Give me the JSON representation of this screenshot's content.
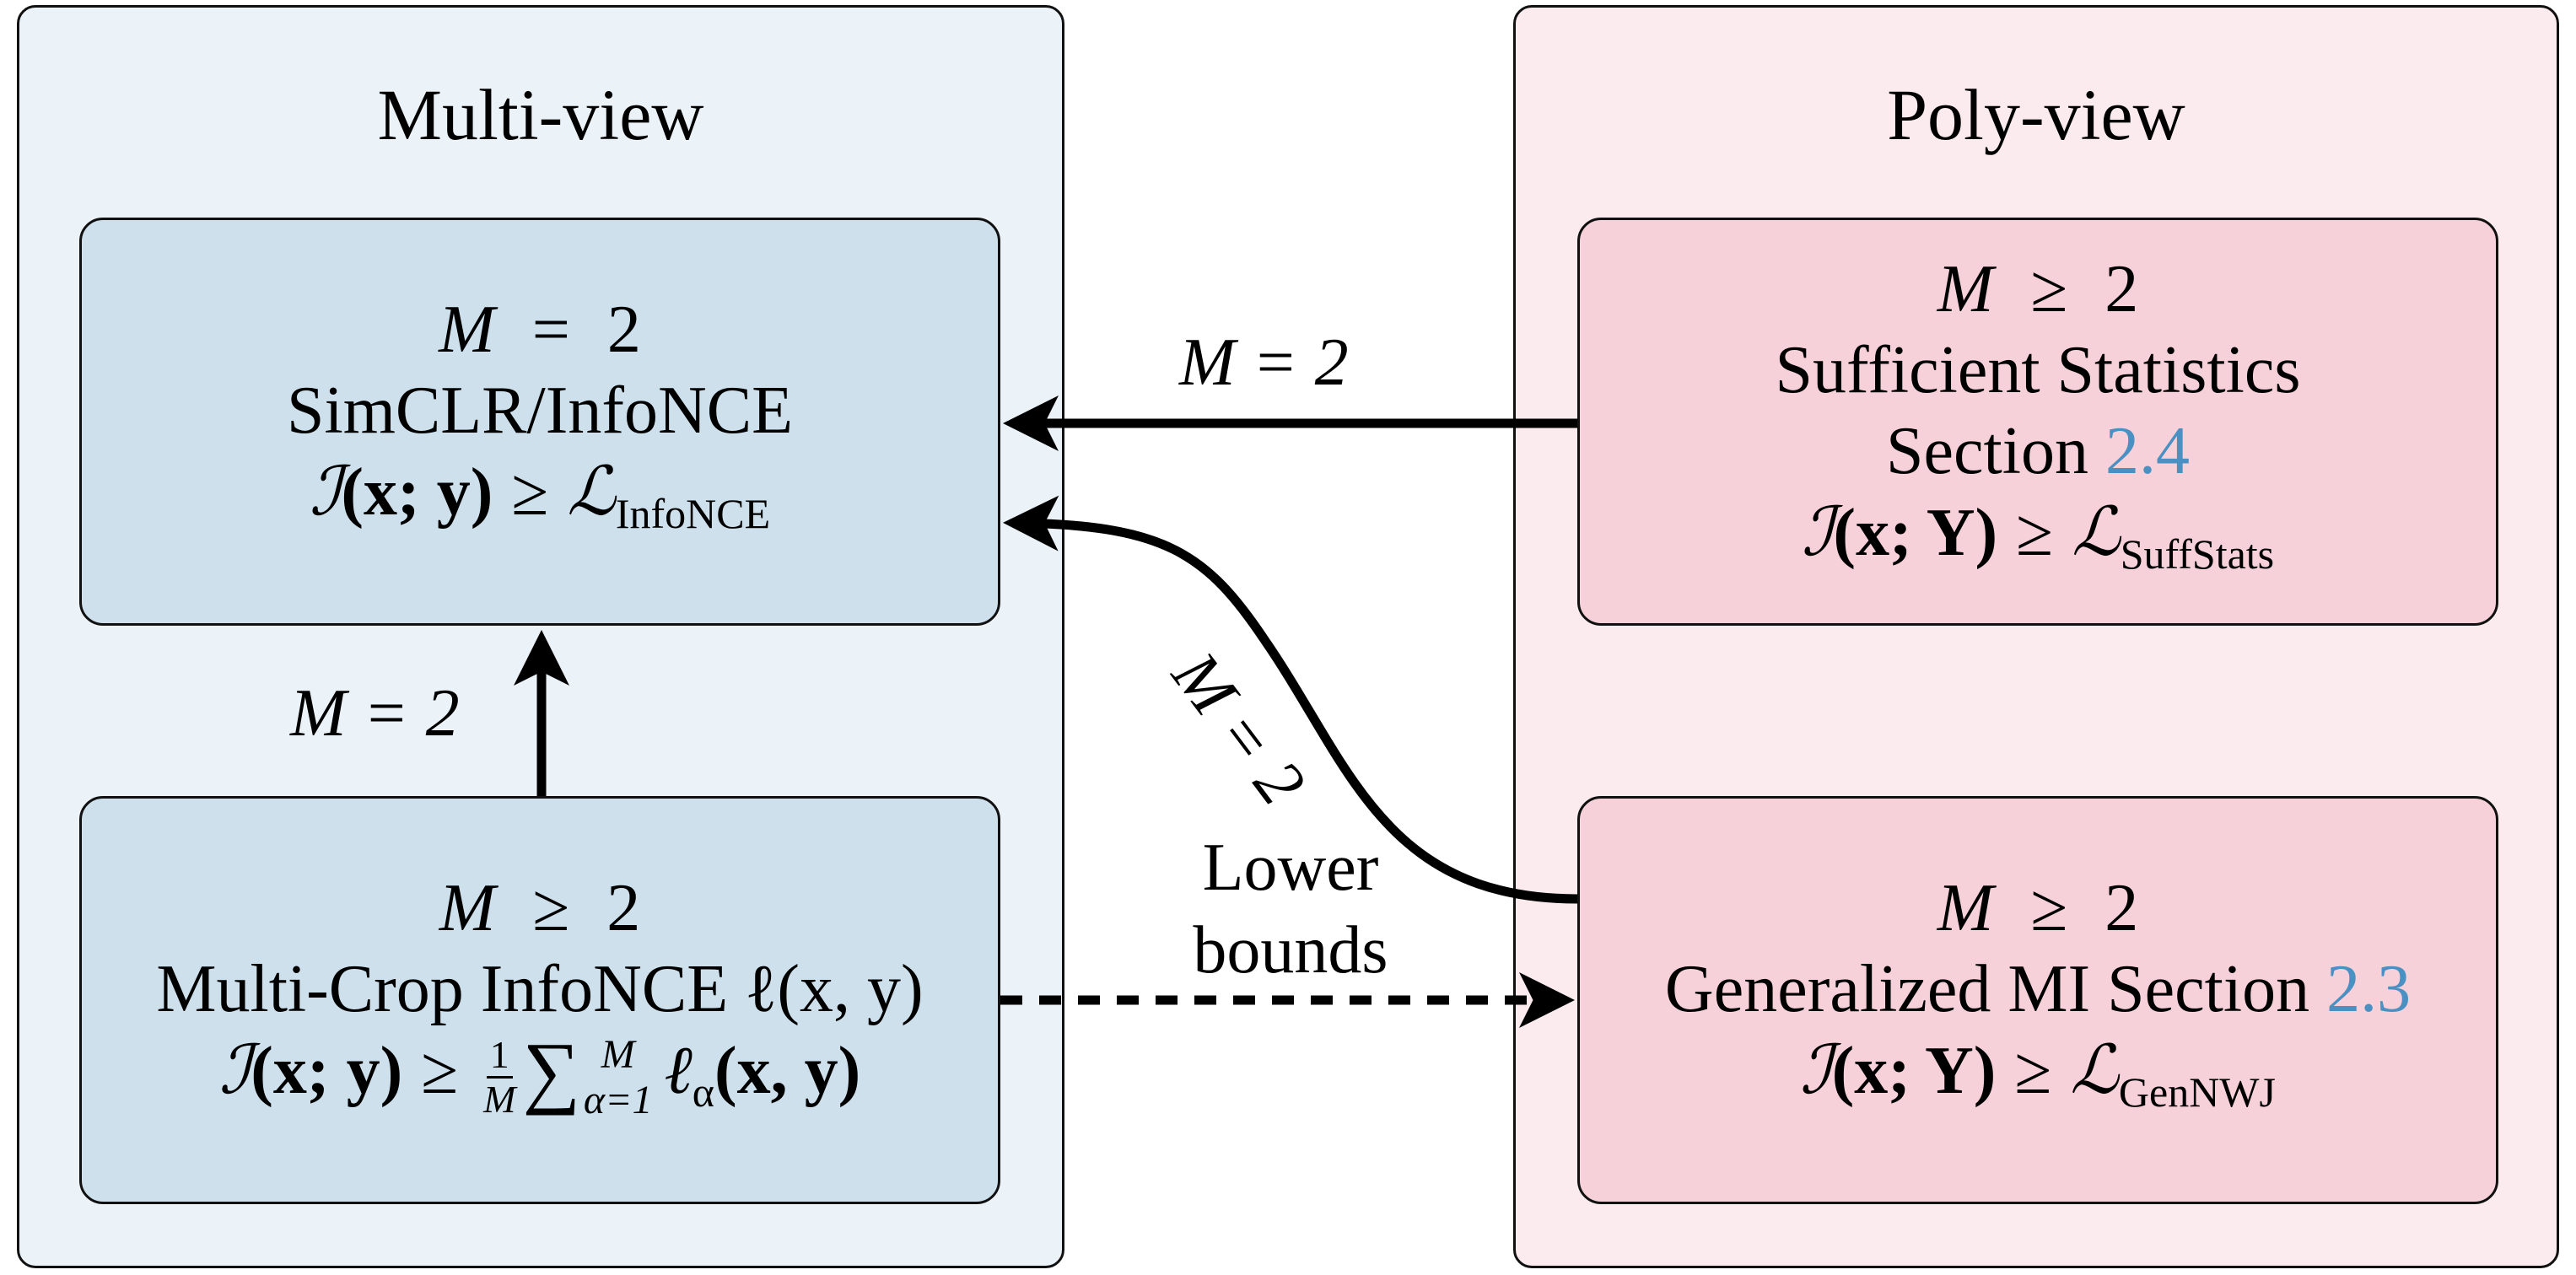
{
  "panels": {
    "multi_view": {
      "title": "Multi-view",
      "background": "#ecf3f8"
    },
    "poly_view": {
      "title": "Poly-view",
      "background": "#fbebee"
    }
  },
  "boxes": {
    "simclr": {
      "cond_lhs": "M",
      "cond_op": "=",
      "cond_rhs": "2",
      "name": "SimCLR/InfoNCE",
      "bound_I": "ℐ",
      "bound_args": "(x; y)",
      "bound_op": "≥",
      "bound_L": "ℒ",
      "bound_sub": "InfoNCE"
    },
    "multicrop": {
      "cond_lhs": "M",
      "cond_op": "≥",
      "cond_rhs": "2",
      "name": "Multi-Crop InfoNCE ℓ(x, y)",
      "bound_I": "ℐ",
      "bound_args": "(x; y)",
      "bound_op": "≥",
      "frac_num": "1",
      "frac_den": "M",
      "sum_symbol": "∑",
      "sum_upper": "M",
      "sum_lower": "α=1",
      "term": "ℓ",
      "term_sub": "α",
      "term_args": "(x, y)"
    },
    "suffstats": {
      "cond_lhs": "M",
      "cond_op": "≥",
      "cond_rhs": "2",
      "name": "Sufficient Statistics",
      "section_label": "Section",
      "section_ref": "2.4",
      "bound_I": "ℐ",
      "bound_args": "(x; Y)",
      "bound_op": "≥",
      "bound_L": "ℒ",
      "bound_sub": "SuffStats"
    },
    "genmi": {
      "cond_lhs": "M",
      "cond_op": "≥",
      "cond_rhs": "2",
      "name": "Generalized MI Section",
      "section_ref": "2.3",
      "bound_I": "ℐ",
      "bound_args": "(x; Y)",
      "bound_op": "≥",
      "bound_L": "ℒ",
      "bound_sub": "GenNWJ"
    }
  },
  "edges": {
    "suffstats_to_simclr": "M = 2",
    "multicrop_to_simclr": "M = 2",
    "genmi_to_simclr": "M = 2",
    "multicrop_to_genmi_line1": "Lower",
    "multicrop_to_genmi_line2": "bounds"
  },
  "colors": {
    "blue_box": "#cde0ec",
    "red_box": "#f6d1d9",
    "reference": "#4a90c2"
  }
}
